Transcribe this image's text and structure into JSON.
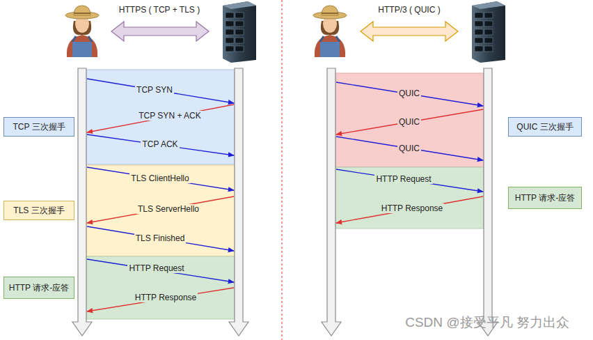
{
  "diagram": {
    "nodes": [
      {
        "text": [
          "TCP 三次握手"
        ]
      },
      {
        "text": [
          "TLS 三次握手"
        ]
      },
      {
        "text": [
          "HTTP 请求-应答"
        ]
      },
      {
        "text": [
          "QUIC 三次握手"
        ]
      },
      {
        "text": [
          "HTTP 请求-应答"
        ]
      }
    ],
    "labels": [
      "HTTPS ( TCP + TLS )",
      "TCP SYN",
      "TCP SYN + ACK",
      "TCP ACK",
      "TLS ClientHello",
      "TLS ServerHello",
      "TLS Finished",
      "HTTP Request",
      "HTTP Response",
      "HTTP/3 ( QUIC )",
      "QUIC",
      "QUIC",
      "QUIC",
      "HTTP Request",
      "HTTP Response",
      "CSDN @接受平凡 努力出众"
    ]
  }
}
